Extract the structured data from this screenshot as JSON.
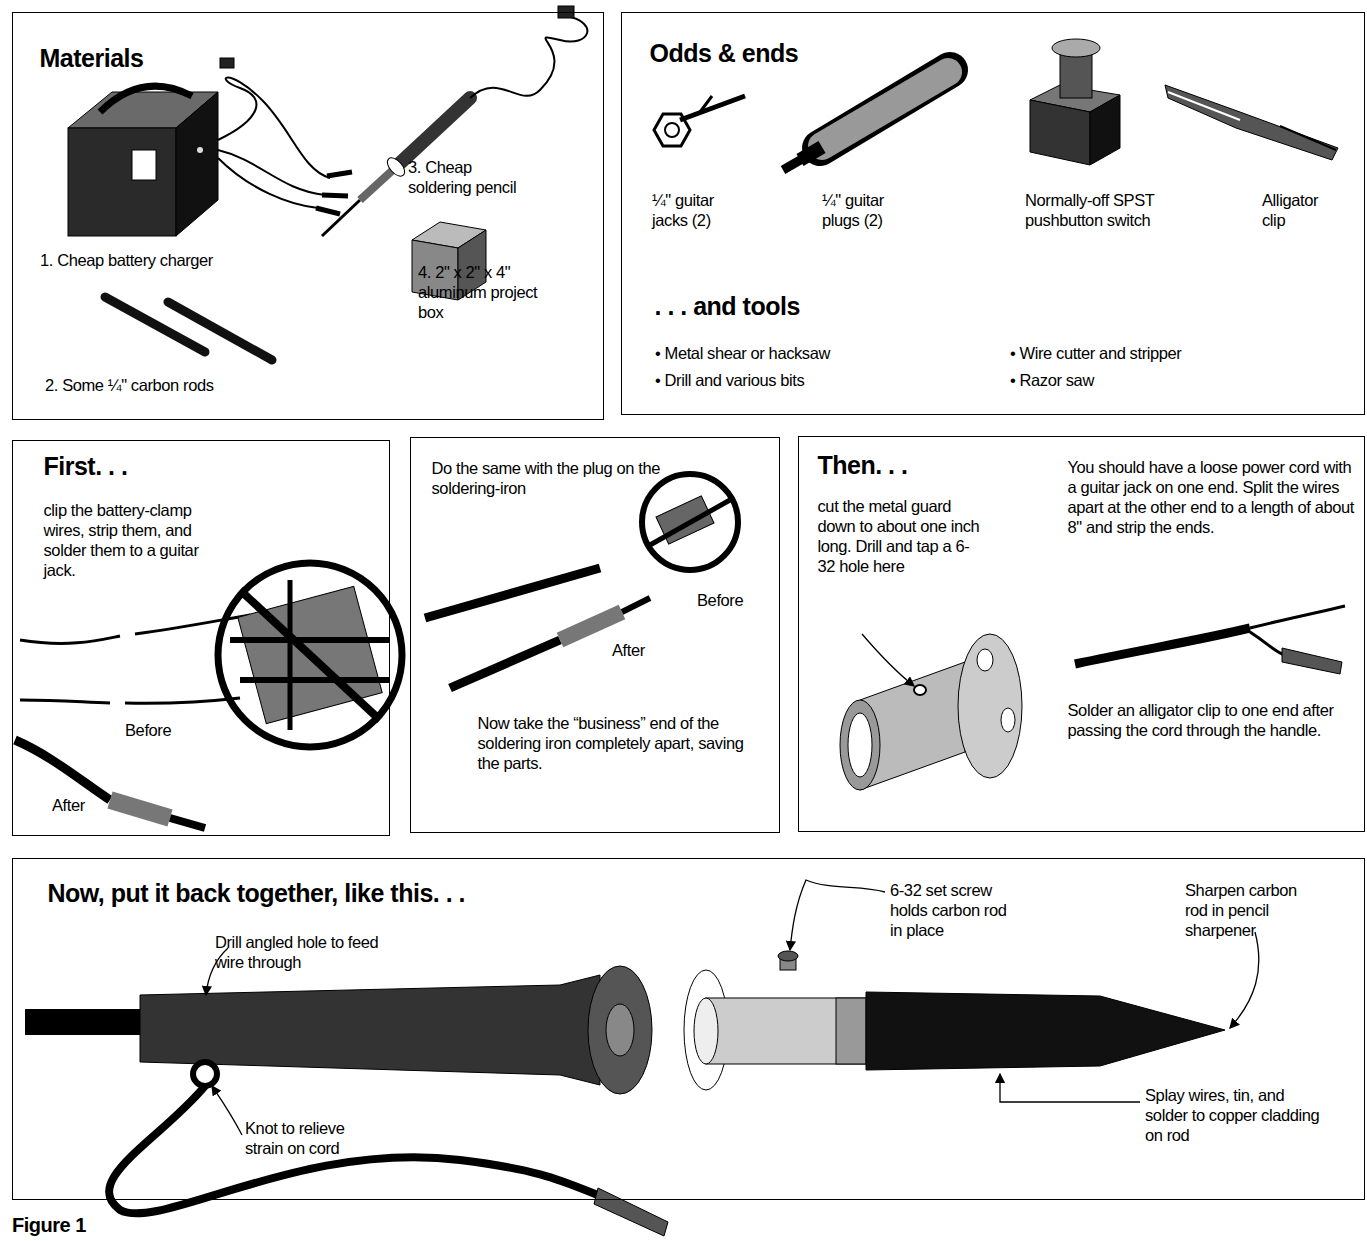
{
  "diagram": {
    "caption": "Figure 1",
    "nodes": [
      {
        "text": [
          "Materials"
        ]
      },
      {
        "text": [
          "Odds & ends",
          ". . . and tools"
        ]
      },
      {
        "text": [
          "First. . .",
          "clip the battery-clamp wires, strip them, and solder them to a guitar jack."
        ]
      },
      {
        "text": [
          "Do the same with the plug on the soldering-iron",
          "Now take the “business” end of the soldering iron completely apart, saving the parts."
        ]
      },
      {
        "text": [
          "Then. . .",
          "cut the metal guard down to about one inch long. Drill and tap a 6-32 hole here",
          "You should have a loose power cord with a guitar jack on one end. Split the wires apart at the other end to a length of about 8\" and strip the ends.",
          "Solder an alligator clip to one end after passing the cord through the handle."
        ]
      },
      {
        "text": [
          "Now, put it back together, like this. . ."
        ]
      }
    ],
    "labels": [
      "1. Cheap battery charger",
      "2. Some ¼\" carbon rods",
      "3. Cheap soldering pencil",
      "4. 2\" x 2\" x 4\" aluminum project box",
      "¼\" guitar jacks (2)",
      "¼\" guitar plugs (2)",
      "Normally-off SPST pushbutton switch",
      "Alligator clip",
      "• Metal shear or hacksaw",
      "• Drill and various bits",
      "• Wire cutter and stripper",
      "• Razor saw",
      "Before",
      "After",
      "Before",
      "After",
      "Drill angled hole to feed wire through",
      "6-32 set screw holds carbon rod in place",
      "Sharpen carbon rod in pencil sharpener",
      "Knot to relieve strain on cord",
      "Splay wires, tin, and solder to copper cladding on rod"
    ]
  }
}
